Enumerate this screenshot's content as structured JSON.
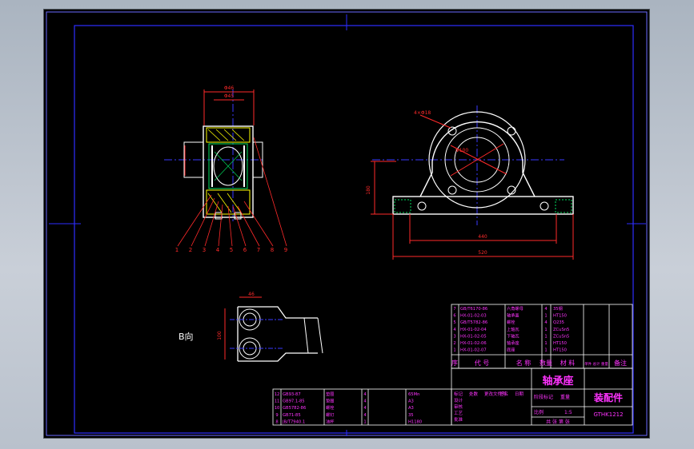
{
  "drawing": {
    "title": "轴承座",
    "drawing_type": "装配件",
    "drawing_code": "GTHK1212",
    "scale": "1:5",
    "view_label": "B向",
    "colors": {
      "background": "#000000",
      "frame": "#2d2dff",
      "outline": "#ffffff",
      "dimension": "#ff2a2a",
      "table_text": "#ff33ff",
      "center": "#3a3aff",
      "section": "#ffff00",
      "hidden": "#00e060"
    }
  },
  "upper_bom": {
    "header": [
      "序",
      "代 号",
      "名 称",
      "数量",
      "材 料",
      "单件 总计 重量",
      "备注"
    ],
    "rows": [
      [
        "7",
        "GB/T6170-86",
        "六角螺母",
        "4",
        "35钢",
        ""
      ],
      [
        "6",
        "HX-01-02-03",
        "轴承盖",
        "1",
        "HT150",
        ""
      ],
      [
        "5",
        "GB/T5782-86",
        "螺栓",
        "4",
        "Q235",
        ""
      ],
      [
        "4",
        "HX-01-02-04",
        "上轴瓦",
        "1",
        "ZCuSn5",
        ""
      ],
      [
        "3",
        "HX-01-02-05",
        "下轴瓦",
        "1",
        "ZCuSn5",
        ""
      ],
      [
        "2",
        "HX-01-02-06",
        "轴承座",
        "1",
        "HT150",
        ""
      ],
      [
        "1",
        "HX-01-02-07",
        "底座",
        "1",
        "HT150",
        ""
      ]
    ]
  },
  "lower_bom": {
    "rows": [
      [
        "12",
        "GB93-87",
        "垫圈",
        "4",
        "65Mn"
      ],
      [
        "11",
        "GB97.1-85",
        "垫圈",
        "4",
        "A3"
      ],
      [
        "10",
        "GB5782-86",
        "螺栓",
        "4",
        "A3"
      ],
      [
        "9",
        "GB71-85",
        "螺钉",
        "4",
        "35"
      ],
      [
        "8",
        "JB/T7940.1",
        "油杯",
        "1",
        "H1180"
      ]
    ]
  },
  "title_block": {
    "labels": [
      "标记",
      "处数",
      "更改文件号",
      "签名",
      "日期"
    ],
    "roles": [
      "设计",
      "审核",
      "工艺",
      "批准"
    ],
    "stage_label": "阶段标记",
    "weight_label": "重量",
    "scale_label": "比例",
    "sheet_info": "共 张 第 张"
  },
  "callouts": [
    "1",
    "2",
    "3",
    "4",
    "5",
    "6",
    "7",
    "8",
    "9"
  ],
  "dimension_labels": {
    "front_top": "Φ46",
    "front_inner": "Φ45",
    "side_height": "180",
    "side_width": "440",
    "side_total": "520",
    "hole_label": "4×Φ18",
    "bore_label": "Φ100",
    "bview_width": "46",
    "bview_height": "100"
  }
}
